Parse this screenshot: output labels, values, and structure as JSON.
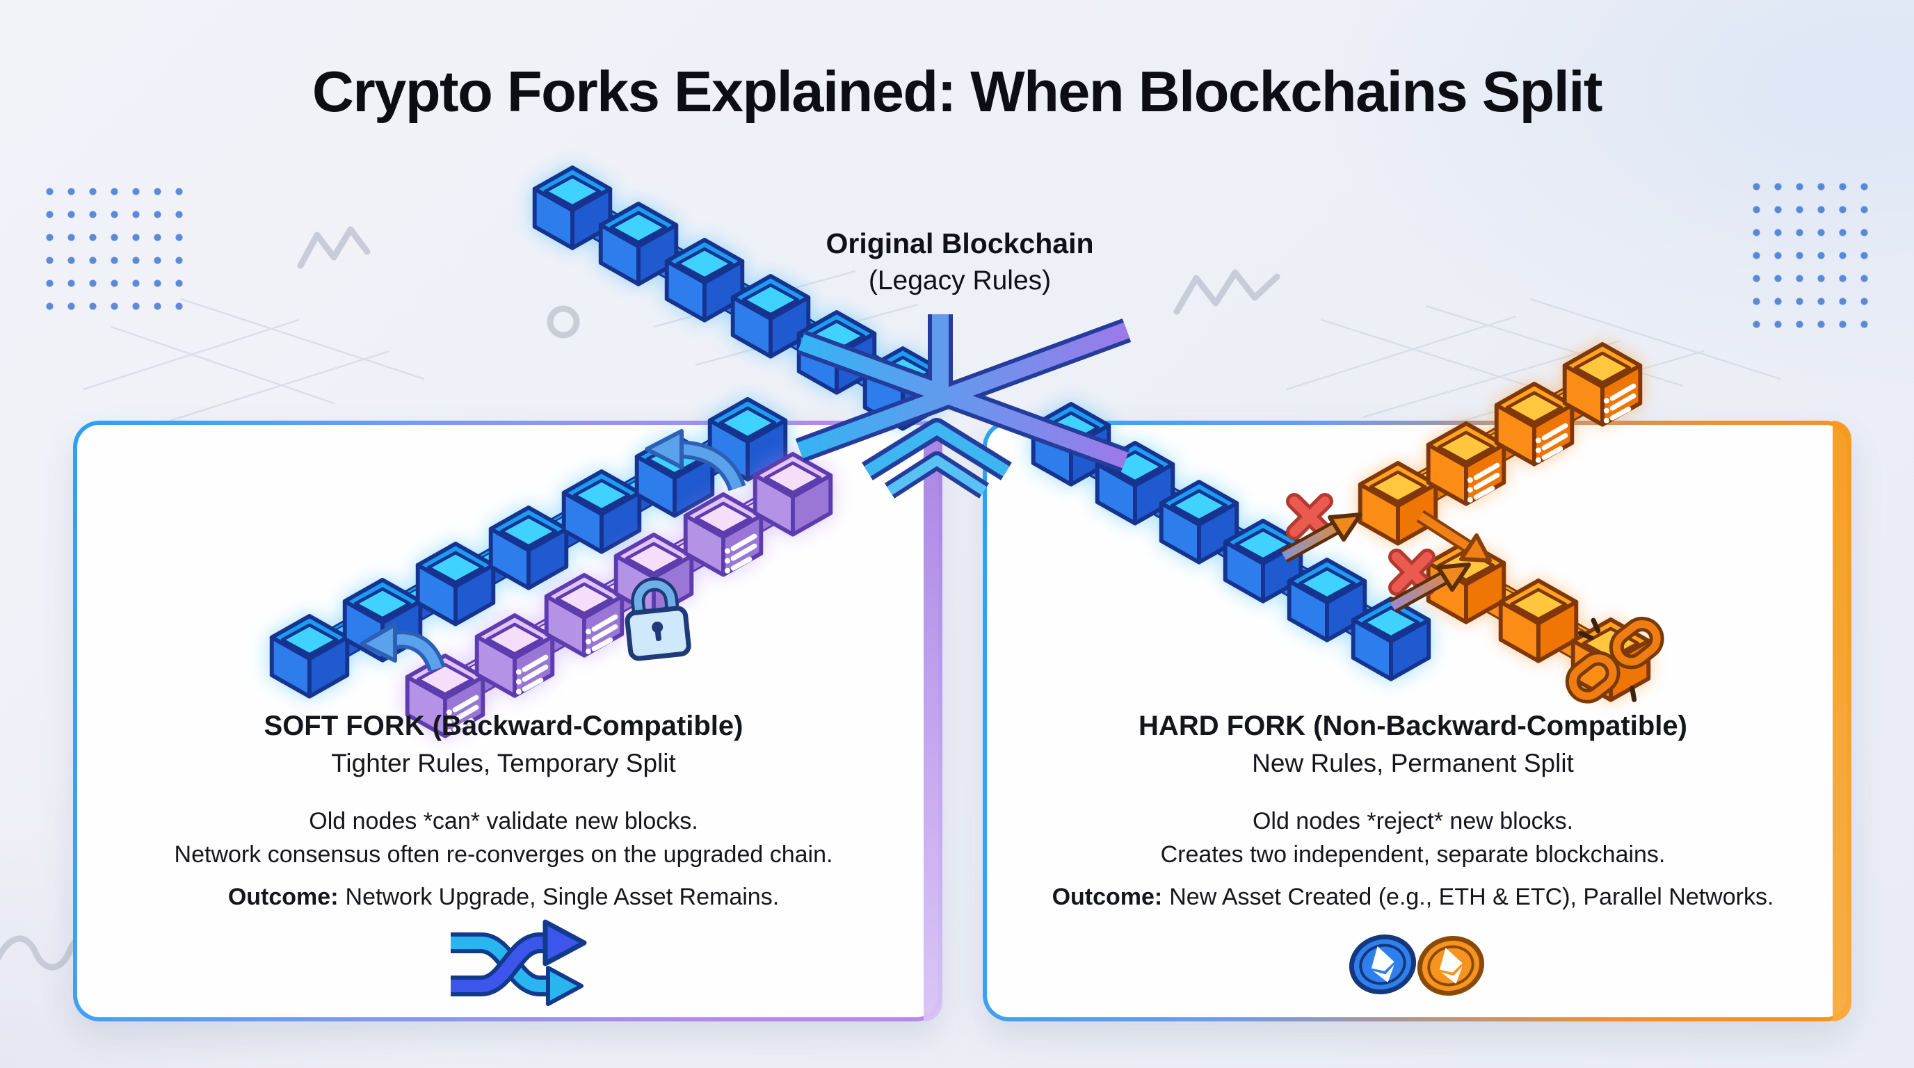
{
  "title": "Crypto Forks Explained: When Blockchains Split",
  "original_chain": {
    "label": "Original Blockchain",
    "sublabel": "(Legacy Rules)"
  },
  "soft_fork": {
    "heading": "SOFT FORK (Backward-Compatible)",
    "subheading": "Tighter Rules, Temporary Split",
    "line1": "Old nodes *can* validate new blocks.",
    "line2": "Network consensus often re-converges on the upgraded chain.",
    "outcome_label": "Outcome:",
    "outcome_text": "Network Upgrade, Single Asset Remains.",
    "icon": "shuffle-arrows-icon",
    "extra_icons": [
      "padlock-icon"
    ]
  },
  "hard_fork": {
    "heading": "HARD FORK (Non-Backward-Compatible)",
    "subheading": "New Rules, Permanent Split",
    "line1": "Old nodes *reject* new blocks.",
    "line2": "Creates two independent, separate blockchains.",
    "outcome_label": "Outcome:",
    "outcome_text": "New Asset Created (e.g., ETH & ETC), Parallel Networks.",
    "icons": [
      "eth-coin-icon",
      "etc-coin-icon"
    ],
    "extra_icons": [
      "reject-x-icon",
      "broken-link-icon"
    ]
  },
  "colors": {
    "background": "#edf0f7",
    "title_text": "#0d0e13",
    "blockchain_blue": "#2e7ded",
    "soft_fork_purple": "#b493e6",
    "hard_fork_orange": "#fb8d16",
    "panel_border_blue": "#2aa3f0",
    "panel_border_purple": "#b68ae8",
    "panel_border_orange": "#f7941d",
    "reject_x_red": "#ea5a4e",
    "eth_coin_blue": "#2f80ed",
    "etc_coin_orange": "#f7941d",
    "lock_blue": "#6fb0e8",
    "dot_grid_blue": "#4377d0"
  }
}
